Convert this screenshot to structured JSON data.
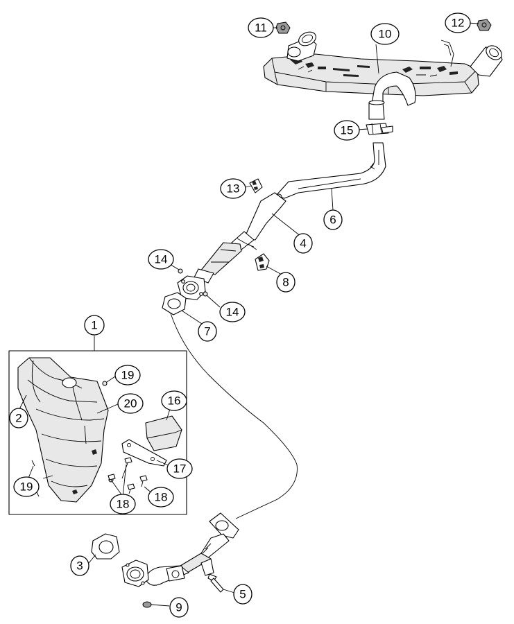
{
  "callouts": [
    {
      "id": "c1",
      "label": "1"
    },
    {
      "id": "c2",
      "label": "2"
    },
    {
      "id": "c3",
      "label": "3"
    },
    {
      "id": "c4",
      "label": "4"
    },
    {
      "id": "c5",
      "label": "5"
    },
    {
      "id": "c6",
      "label": "6"
    },
    {
      "id": "c7",
      "label": "7"
    },
    {
      "id": "c8",
      "label": "8"
    },
    {
      "id": "c9",
      "label": "9"
    },
    {
      "id": "c10",
      "label": "10"
    },
    {
      "id": "c11",
      "label": "11"
    },
    {
      "id": "c12",
      "label": "12"
    },
    {
      "id": "c13",
      "label": "13"
    },
    {
      "id": "c14a",
      "label": "14"
    },
    {
      "id": "c14b",
      "label": "14"
    },
    {
      "id": "c15",
      "label": "15"
    },
    {
      "id": "c16",
      "label": "16"
    },
    {
      "id": "c17",
      "label": "17"
    },
    {
      "id": "c18a",
      "label": "18"
    },
    {
      "id": "c18b",
      "label": "18"
    },
    {
      "id": "c19a",
      "label": "19"
    },
    {
      "id": "c19b",
      "label": "19"
    },
    {
      "id": "c20",
      "label": "20"
    }
  ]
}
